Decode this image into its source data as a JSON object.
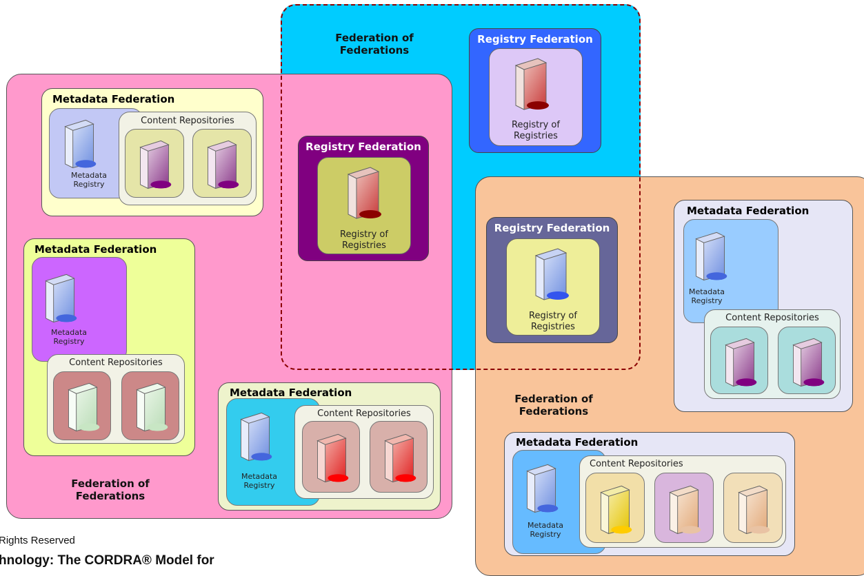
{
  "colors": {
    "pink_fed": "#ff99cc",
    "cyan_fed": "#00ccff",
    "orange_fed": "#f9c49a",
    "dashed_border": "#8b0000"
  },
  "federations": {
    "pink_label": "Federation of\nFederations",
    "cyan_label": "Federation of\nFederations",
    "orange_label": "Federation of\nFederations"
  },
  "registry_federations": [
    {
      "title": "Registry Federation",
      "server_label": "Registry of\nRegistries"
    },
    {
      "title": "Registry Federation",
      "server_label": "Registry of\nRegistries"
    },
    {
      "title": "Registry Federation",
      "server_label": "Registry of\nRegistries"
    }
  ],
  "metadata_federations": [
    {
      "title": "Metadata Federation",
      "registry_label": "Metadata\nRegistry",
      "repos_label": "Content Repositories"
    },
    {
      "title": "Metadata Federation",
      "registry_label": "Metadata\nRegistry",
      "repos_label": "Content Repositories"
    },
    {
      "title": "Metadata Federation",
      "registry_label": "Metadata\nRegistry",
      "repos_label": "Content Repositories"
    },
    {
      "title": "Metadata Federation",
      "registry_label": "Metadata\nRegistry",
      "repos_label": "Content Repositories"
    },
    {
      "title": "Metadata Federation",
      "registry_label": "Metadata\nRegistry",
      "repos_label": "Content Repositories"
    }
  ],
  "footer": {
    "line1": "Rights Reserved",
    "line2": "hnology: The CORDRA® Model for"
  }
}
